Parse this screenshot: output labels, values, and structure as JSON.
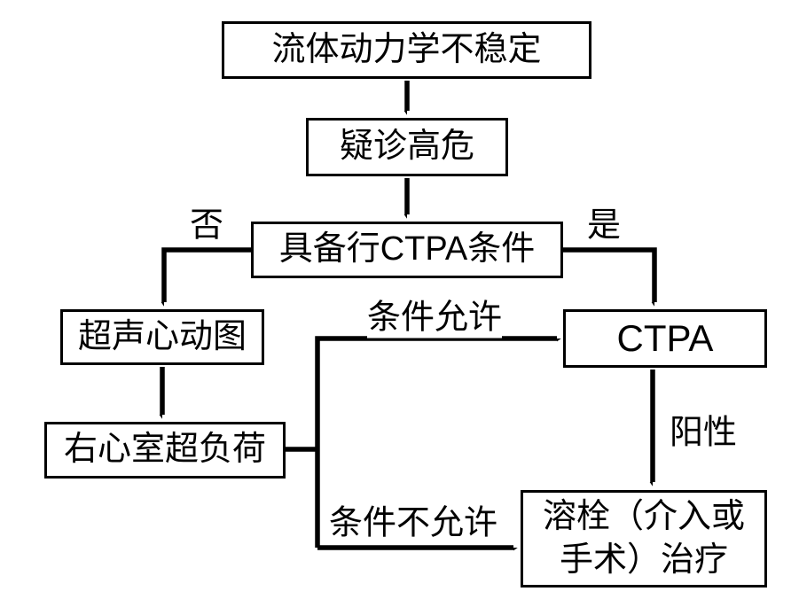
{
  "diagram": {
    "background_color": "#ffffff",
    "line_color": "#000000",
    "box_fill": "#ffffff",
    "nodes": {
      "hemodynamic_instability": {
        "label": "流体动力学不稳定"
      },
      "suspected_high_risk": {
        "label": "疑诊高危"
      },
      "ctpa_feasibility": {
        "label": "具备行CTPA条件"
      },
      "echocardiography": {
        "label": "超声心动图"
      },
      "rv_overload": {
        "label": "右心室超负荷"
      },
      "ctpa": {
        "label": "CTPA"
      },
      "thrombolysis": {
        "label": "溶栓（介入或手术）治疗",
        "lines": [
          "溶栓（介入或",
          "手术）治疗"
        ]
      }
    },
    "edge_labels": {
      "no": "否",
      "yes": "是",
      "conditions_permit": "条件允许",
      "positive": "阳性",
      "conditions_not_permit": "条件不允许"
    },
    "edges": [
      {
        "from": "hemodynamic_instability",
        "to": "suspected_high_risk",
        "label": ""
      },
      {
        "from": "suspected_high_risk",
        "to": "ctpa_feasibility",
        "label": ""
      },
      {
        "from": "ctpa_feasibility",
        "to": "echocardiography",
        "label": "否"
      },
      {
        "from": "ctpa_feasibility",
        "to": "ctpa",
        "label": "是"
      },
      {
        "from": "echocardiography",
        "to": "rv_overload",
        "label": ""
      },
      {
        "from": "rv_overload",
        "to": "ctpa",
        "label": "条件允许"
      },
      {
        "from": "rv_overload",
        "to": "thrombolysis",
        "label": "条件不允许"
      },
      {
        "from": "ctpa",
        "to": "thrombolysis",
        "label": "阳性"
      }
    ]
  }
}
